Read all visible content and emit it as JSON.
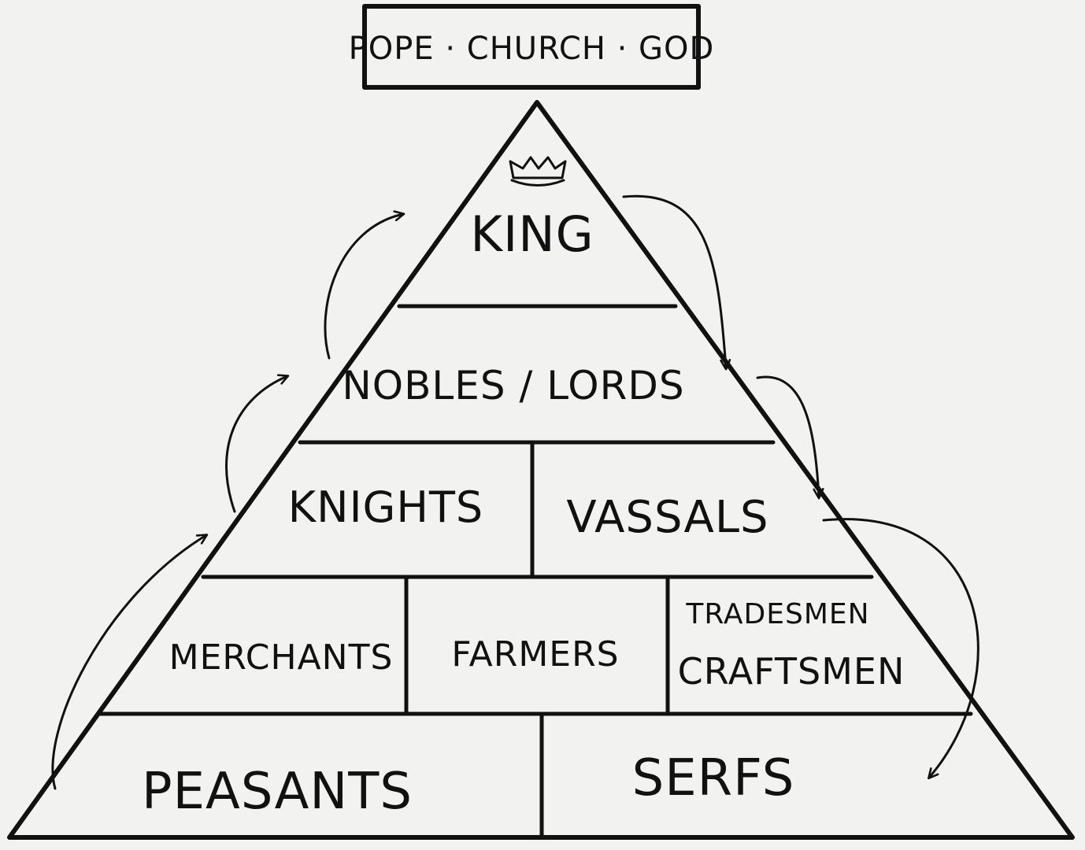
{
  "header": {
    "text": "POPE · CHURCH · GOD"
  },
  "pyramid": {
    "crown_icon": "crown-icon",
    "tiers": [
      {
        "labels": [
          "KING"
        ]
      },
      {
        "labels": [
          "NOBLES / LORDS"
        ]
      },
      {
        "labels": [
          "KNIGHTS",
          "VASSALS"
        ]
      },
      {
        "labels": [
          "MERCHANTS",
          "FARMERS",
          "TRADESMEN",
          "CRAFTSMEN"
        ]
      },
      {
        "labels": [
          "PEASANTS",
          "SERFS"
        ]
      }
    ]
  },
  "colors": {
    "ink": "#111111",
    "paper": "#f2f2f1"
  }
}
